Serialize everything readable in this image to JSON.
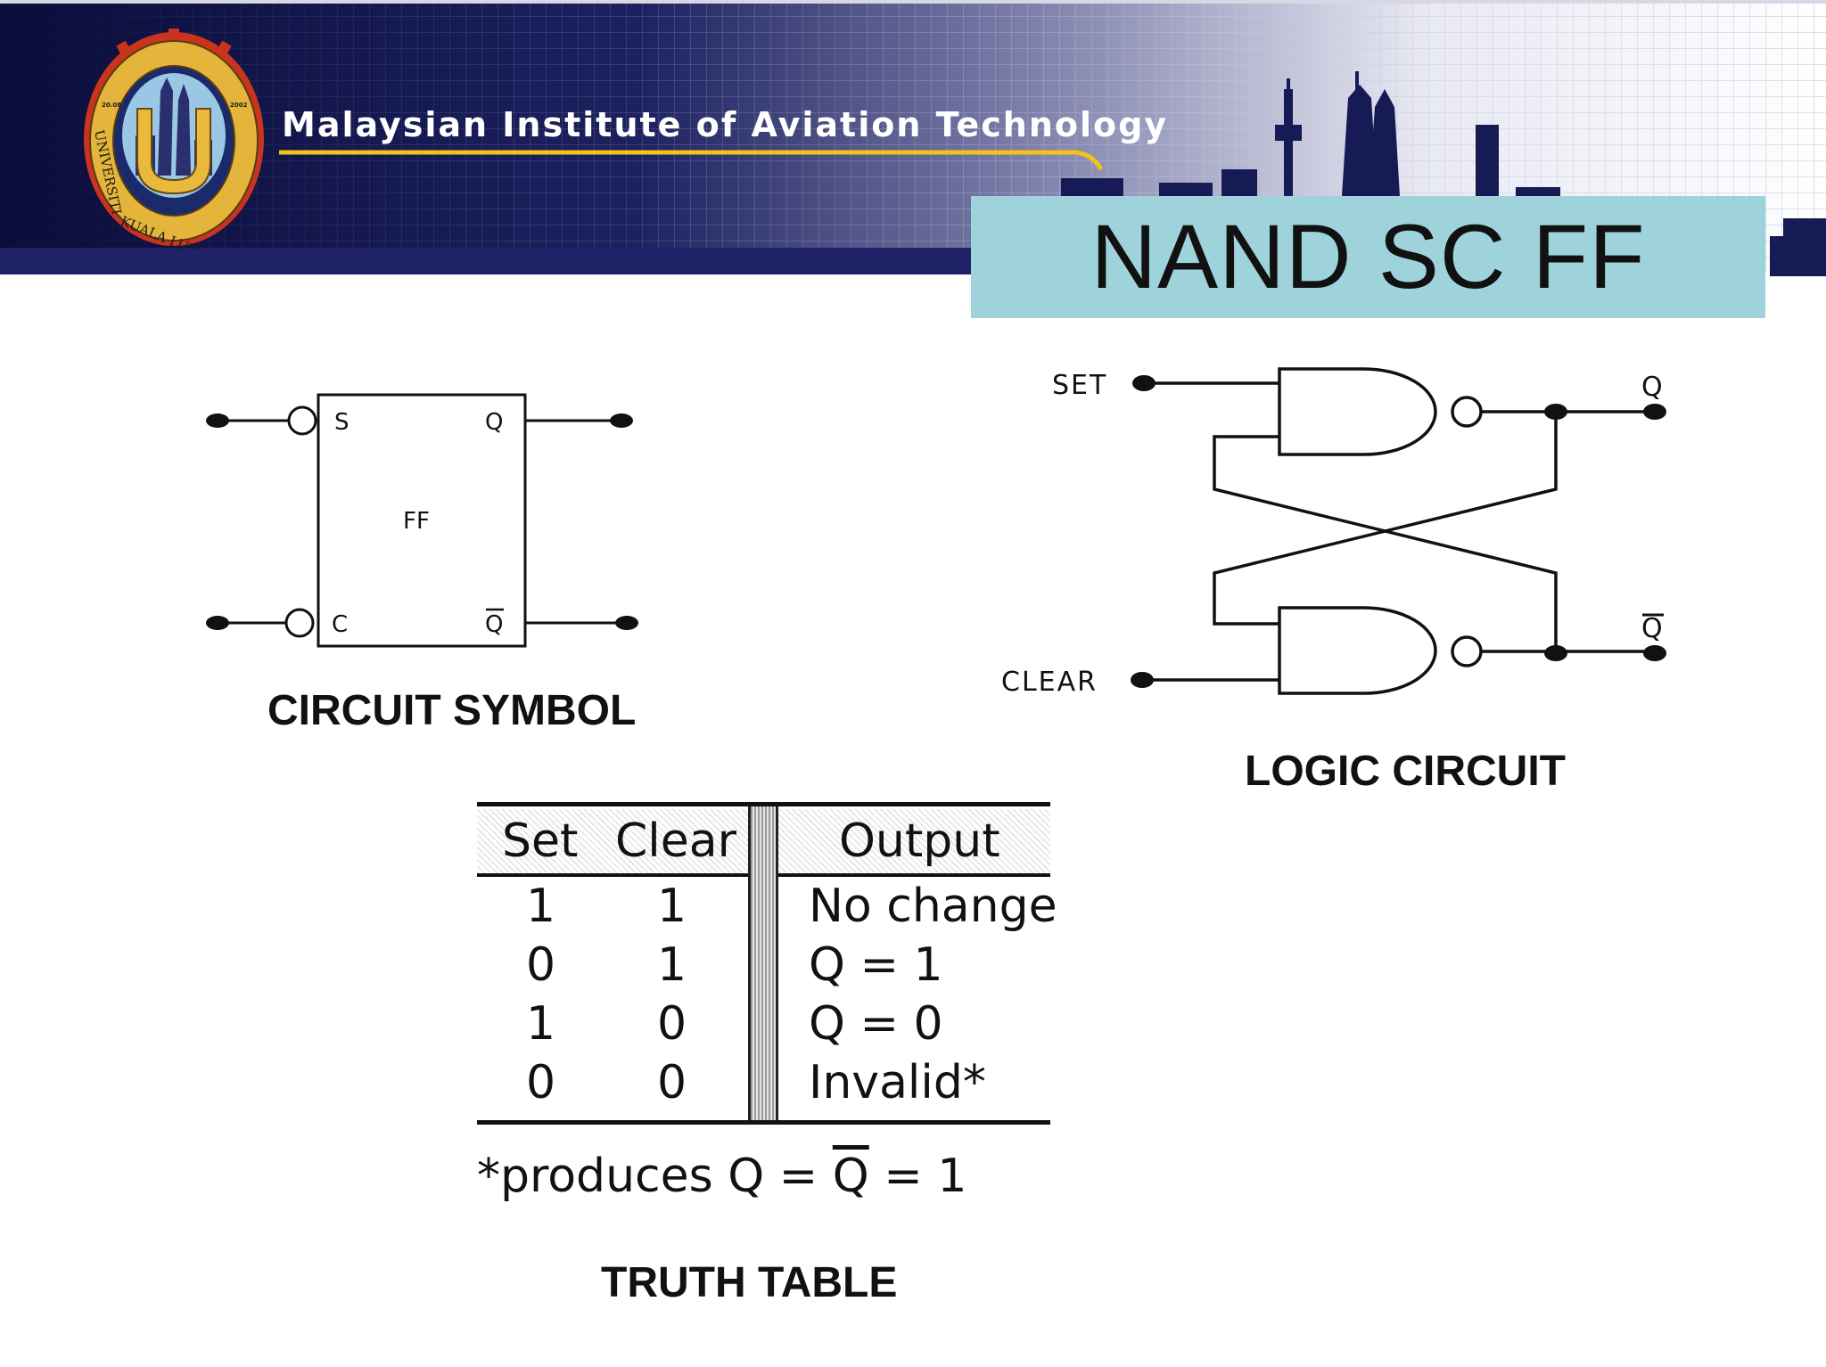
{
  "header": {
    "institute_name": "Malaysian Institute of Aviation Technology",
    "logo": {
      "ring_text_left": "UNIVERSITI",
      "ring_text_bottom": "KUALA LUMPUR",
      "year_left": "20.08",
      "year_right": "2002",
      "letter": "U"
    },
    "colors": {
      "navy": "#0d0f3f",
      "accent_gold": "#f2c31a",
      "title_box": "#9fd3db"
    }
  },
  "slide": {
    "title": "NAND SC FF"
  },
  "circuit_symbol": {
    "caption": "CIRCUIT SYMBOL",
    "block_label": "FF",
    "pin_s": "S",
    "pin_c": "C",
    "pin_q": "Q",
    "pin_qbar": "Q"
  },
  "logic_circuit": {
    "caption": "LOGIC CIRCUIT",
    "input_set": "SET",
    "input_clear": "CLEAR",
    "output_q": "Q",
    "output_qbar": "Q"
  },
  "truth_table": {
    "caption": "TRUTH TABLE",
    "headers": [
      "Set",
      "Clear",
      "Output"
    ],
    "rows": [
      [
        "1",
        "1",
        "No change"
      ],
      [
        "0",
        "1",
        "Q = 1"
      ],
      [
        "1",
        "0",
        "Q = 0"
      ],
      [
        "0",
        "0",
        "Invalid*"
      ]
    ],
    "footnote_prefix": "*produces Q = ",
    "footnote_qbar": "Q",
    "footnote_suffix": " = 1"
  }
}
